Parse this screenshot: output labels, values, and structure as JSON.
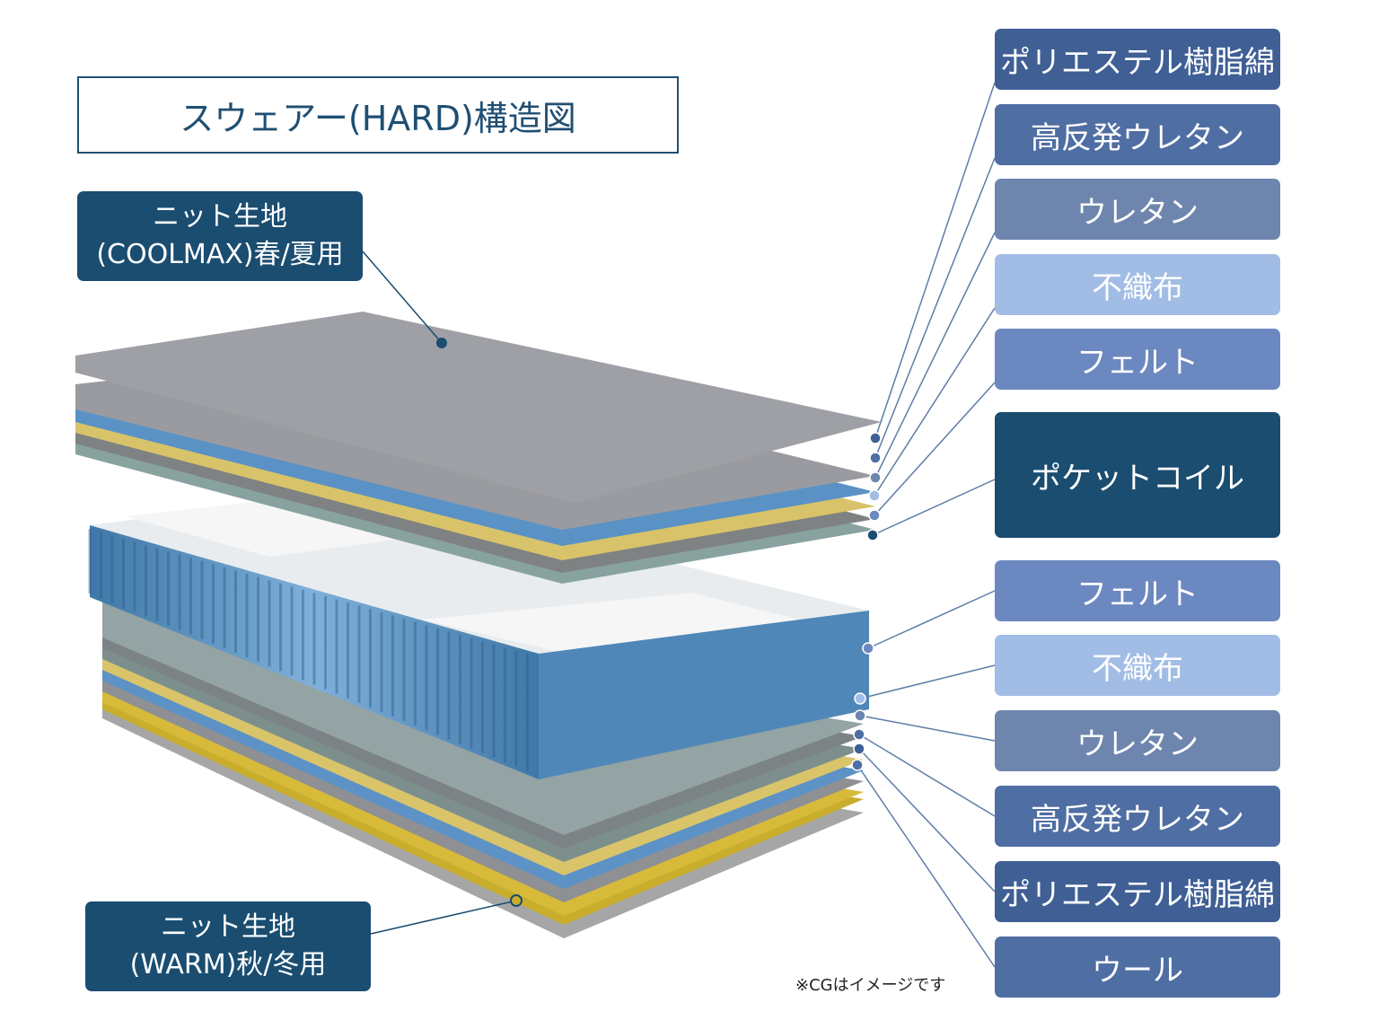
{
  "title": "スウェアー(HARD)構造図",
  "knit_top": {
    "line1": "ニット生地",
    "line2": "(COOLMAX)春/夏用"
  },
  "knit_bottom": {
    "line1": "ニット生地",
    "line2": "(WARM)秋/冬用"
  },
  "note": "※CGはイメージです",
  "layers": [
    {
      "label": "ポリエステル樹脂綿",
      "color": "#3f5f95"
    },
    {
      "label": "高反発ウレタン",
      "color": "#4f6ea3"
    },
    {
      "label": "ウレタン",
      "color": "#6e86ae"
    },
    {
      "label": "不織布",
      "color": "#a2bde5"
    },
    {
      "label": "フェルト",
      "color": "#6c88c0"
    },
    {
      "label": "ポケットコイル",
      "color": "#1a4d70"
    },
    {
      "label": "フェルト",
      "color": "#6c88c0"
    },
    {
      "label": "不織布",
      "color": "#a2bde5"
    },
    {
      "label": "ウレタン",
      "color": "#6e86ae"
    },
    {
      "label": "高反発ウレタン",
      "color": "#4f6ea3"
    },
    {
      "label": "ポリエステル樹脂綿",
      "color": "#3f5f95"
    },
    {
      "label": "ウール",
      "color": "#4f6ea3"
    }
  ]
}
